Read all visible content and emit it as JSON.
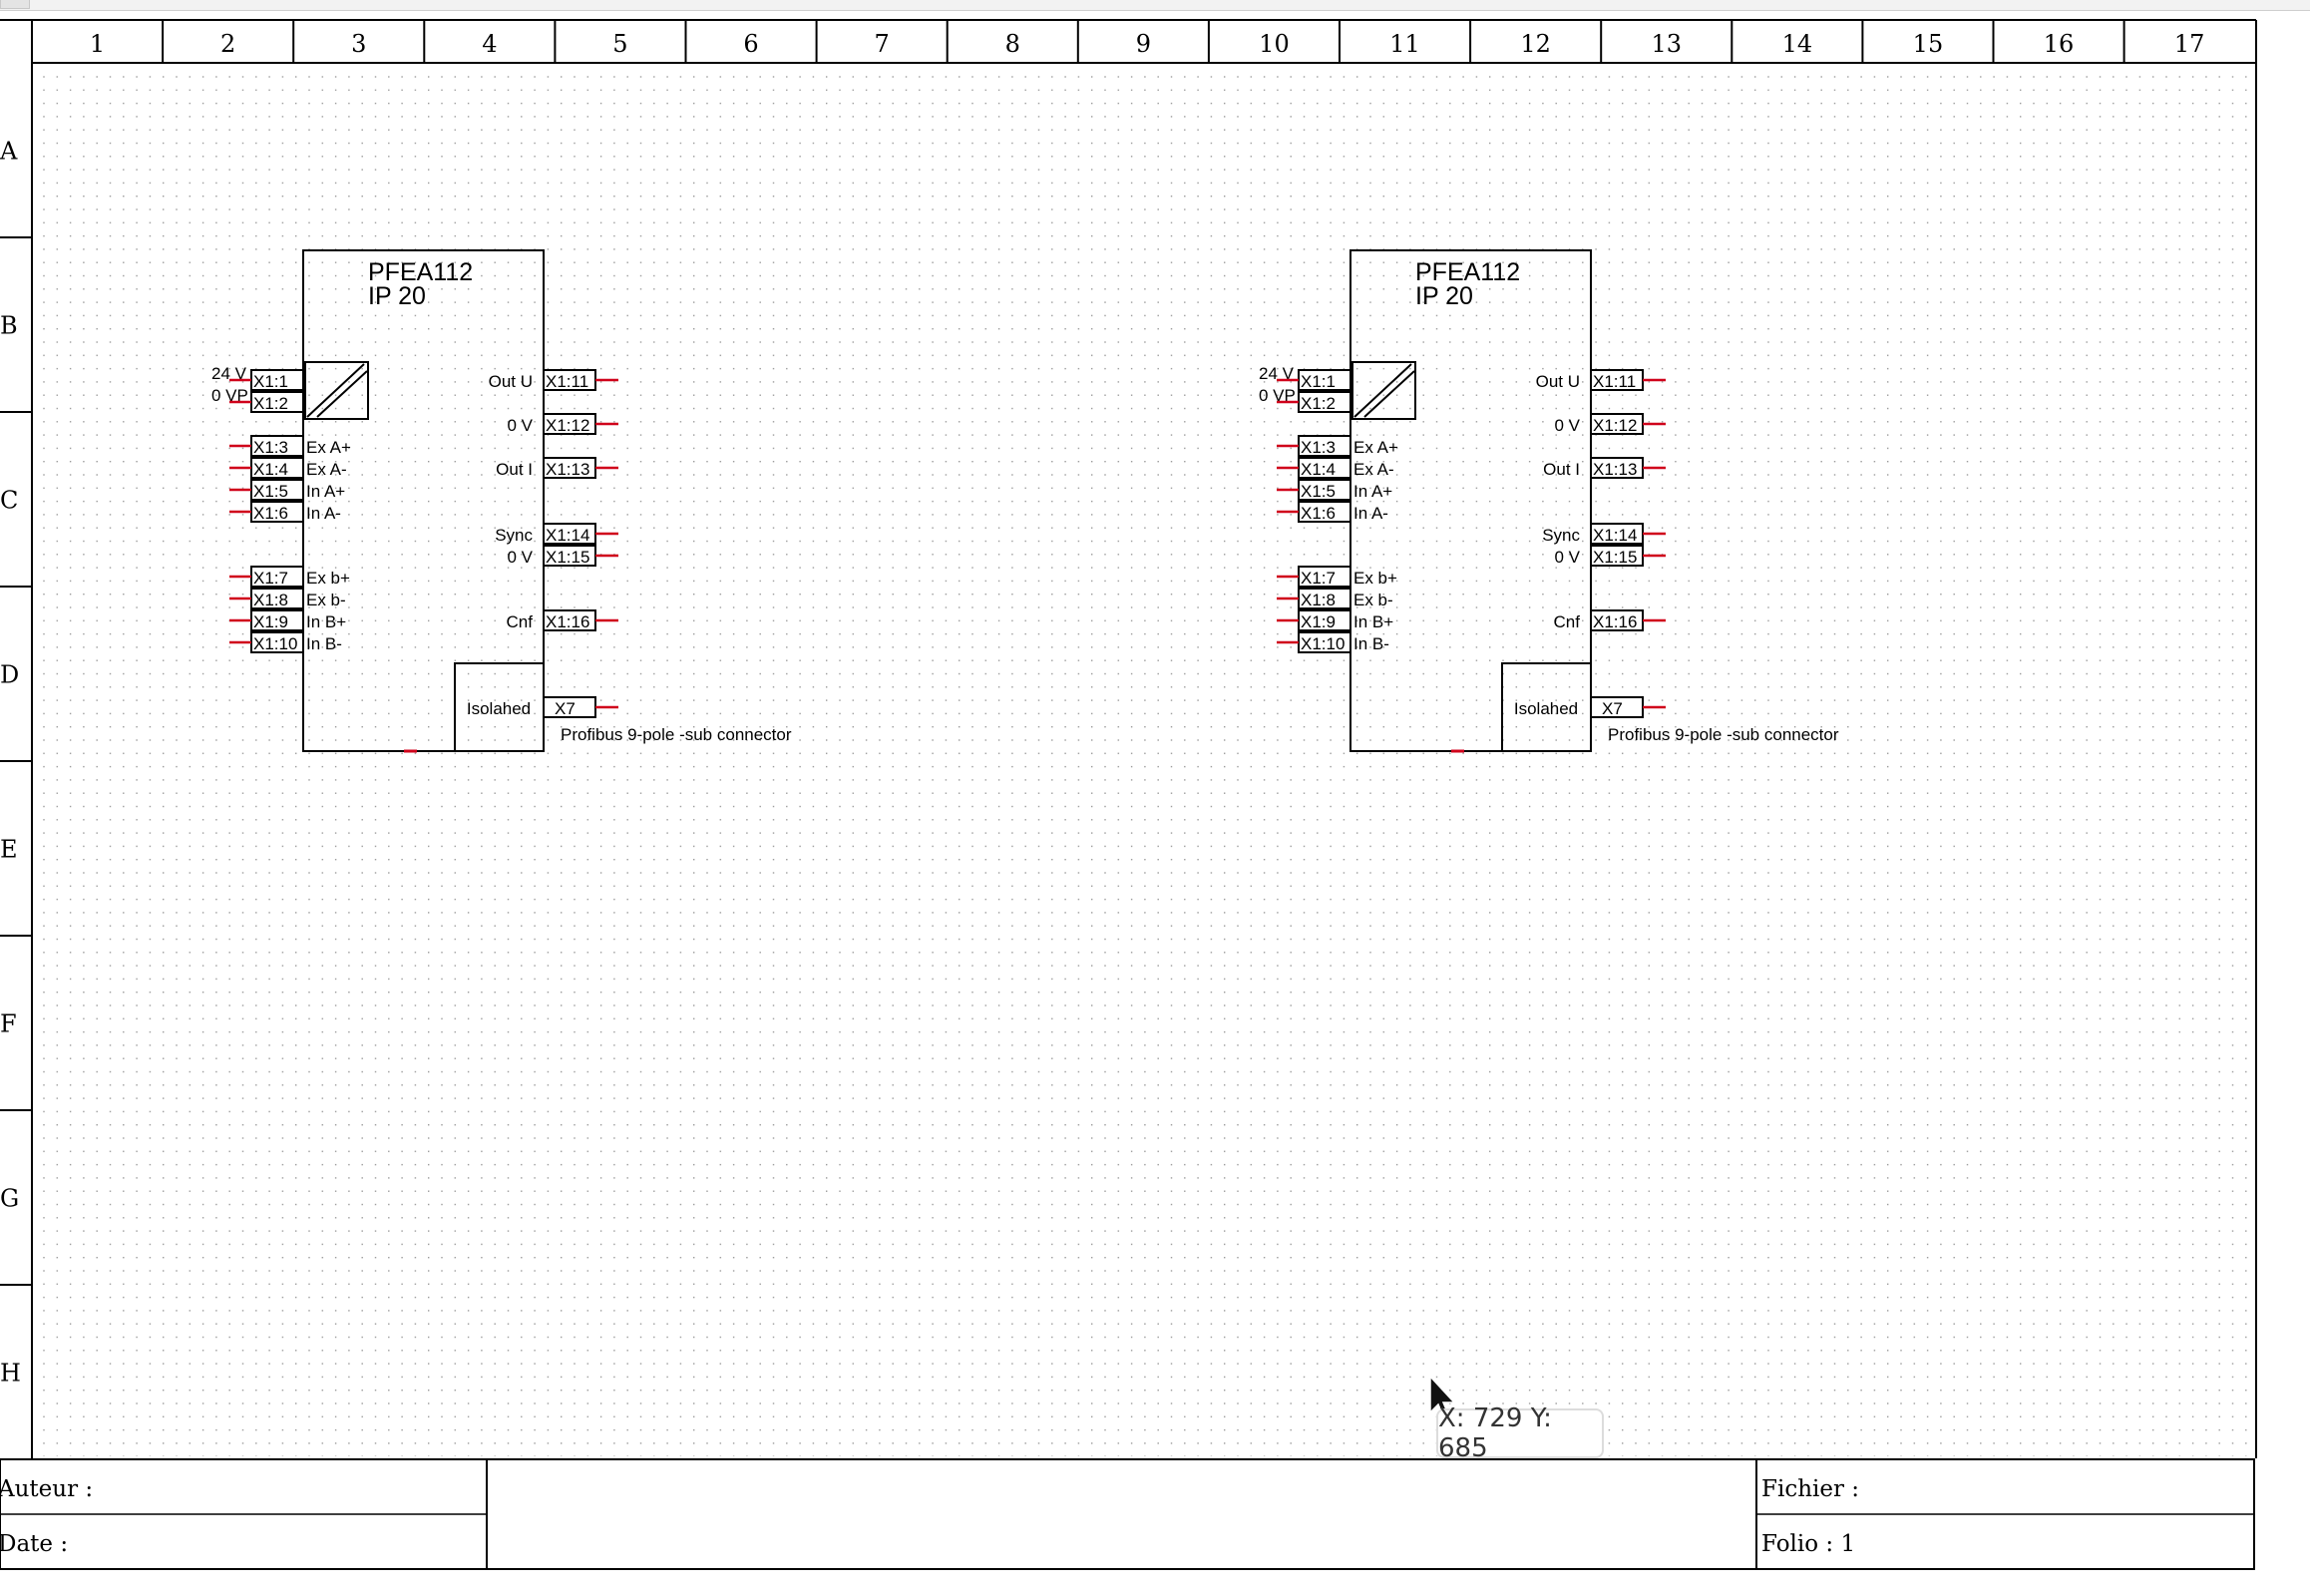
{
  "border": {
    "columns": [
      "1",
      "2",
      "3",
      "4",
      "5",
      "6",
      "7",
      "8",
      "9",
      "10",
      "11",
      "12",
      "13",
      "14",
      "15",
      "16",
      "17"
    ],
    "rows": [
      "A",
      "B",
      "C",
      "D",
      "E",
      "F",
      "G",
      "H"
    ]
  },
  "components": [
    {
      "title_line1": "PFEA112",
      "title_line2": "IP 20",
      "supply": {
        "v24": "24 V",
        "v0": "0 VP"
      },
      "left_terminals": [
        {
          "id": "X1:1",
          "label": ""
        },
        {
          "id": "X1:2",
          "label": ""
        },
        {
          "id": "X1:3",
          "label": "Ex A+"
        },
        {
          "id": "X1:4",
          "label": "Ex A-"
        },
        {
          "id": "X1:5",
          "label": "In A+"
        },
        {
          "id": "X1:6",
          "label": "In A-"
        },
        {
          "id": "X1:7",
          "label": "Ex b+"
        },
        {
          "id": "X1:8",
          "label": "Ex b-"
        },
        {
          "id": "X1:9",
          "label": "In B+"
        },
        {
          "id": "X1:10",
          "label": "In B-"
        }
      ],
      "right_terminals": [
        {
          "id": "X1:11",
          "label": "Out U"
        },
        {
          "id": "X1:12",
          "label": "0 V"
        },
        {
          "id": "X1:13",
          "label": "Out I"
        },
        {
          "id": "X1:14",
          "label": "Sync"
        },
        {
          "id": "X1:15",
          "label": "0 V"
        },
        {
          "id": "X1:16",
          "label": "Cnf"
        }
      ],
      "isolated_label": "Isolahed",
      "connector_id": "X7",
      "connector_note": "Profibus 9-pole -sub connector"
    },
    {
      "title_line1": "PFEA112",
      "title_line2": "IP 20",
      "supply": {
        "v24": "24 V",
        "v0": "0 VP"
      },
      "left_terminals": [
        {
          "id": "X1:1",
          "label": ""
        },
        {
          "id": "X1:2",
          "label": ""
        },
        {
          "id": "X1:3",
          "label": "Ex A+"
        },
        {
          "id": "X1:4",
          "label": "Ex A-"
        },
        {
          "id": "X1:5",
          "label": "In A+"
        },
        {
          "id": "X1:6",
          "label": "In A-"
        },
        {
          "id": "X1:7",
          "label": "Ex b+"
        },
        {
          "id": "X1:8",
          "label": "Ex b-"
        },
        {
          "id": "X1:9",
          "label": "In B+"
        },
        {
          "id": "X1:10",
          "label": "In B-"
        }
      ],
      "right_terminals": [
        {
          "id": "X1:11",
          "label": "Out U"
        },
        {
          "id": "X1:12",
          "label": "0 V"
        },
        {
          "id": "X1:13",
          "label": "Out I"
        },
        {
          "id": "X1:14",
          "label": "Sync"
        },
        {
          "id": "X1:15",
          "label": "0 V"
        },
        {
          "id": "X1:16",
          "label": "Cnf"
        }
      ],
      "isolated_label": "Isolahed",
      "connector_id": "X7",
      "connector_note": "Profibus 9-pole -sub connector"
    }
  ],
  "title_block": {
    "author": "Auteur :",
    "date": "Date :",
    "file": "Fichier :",
    "folio": "Folio : 1"
  },
  "cursor": {
    "readout": "X: 729 Y: 685"
  },
  "colors": {
    "wire_end": "#d0021b",
    "grid_dot": "#9a9a9a",
    "line": "#000000"
  }
}
